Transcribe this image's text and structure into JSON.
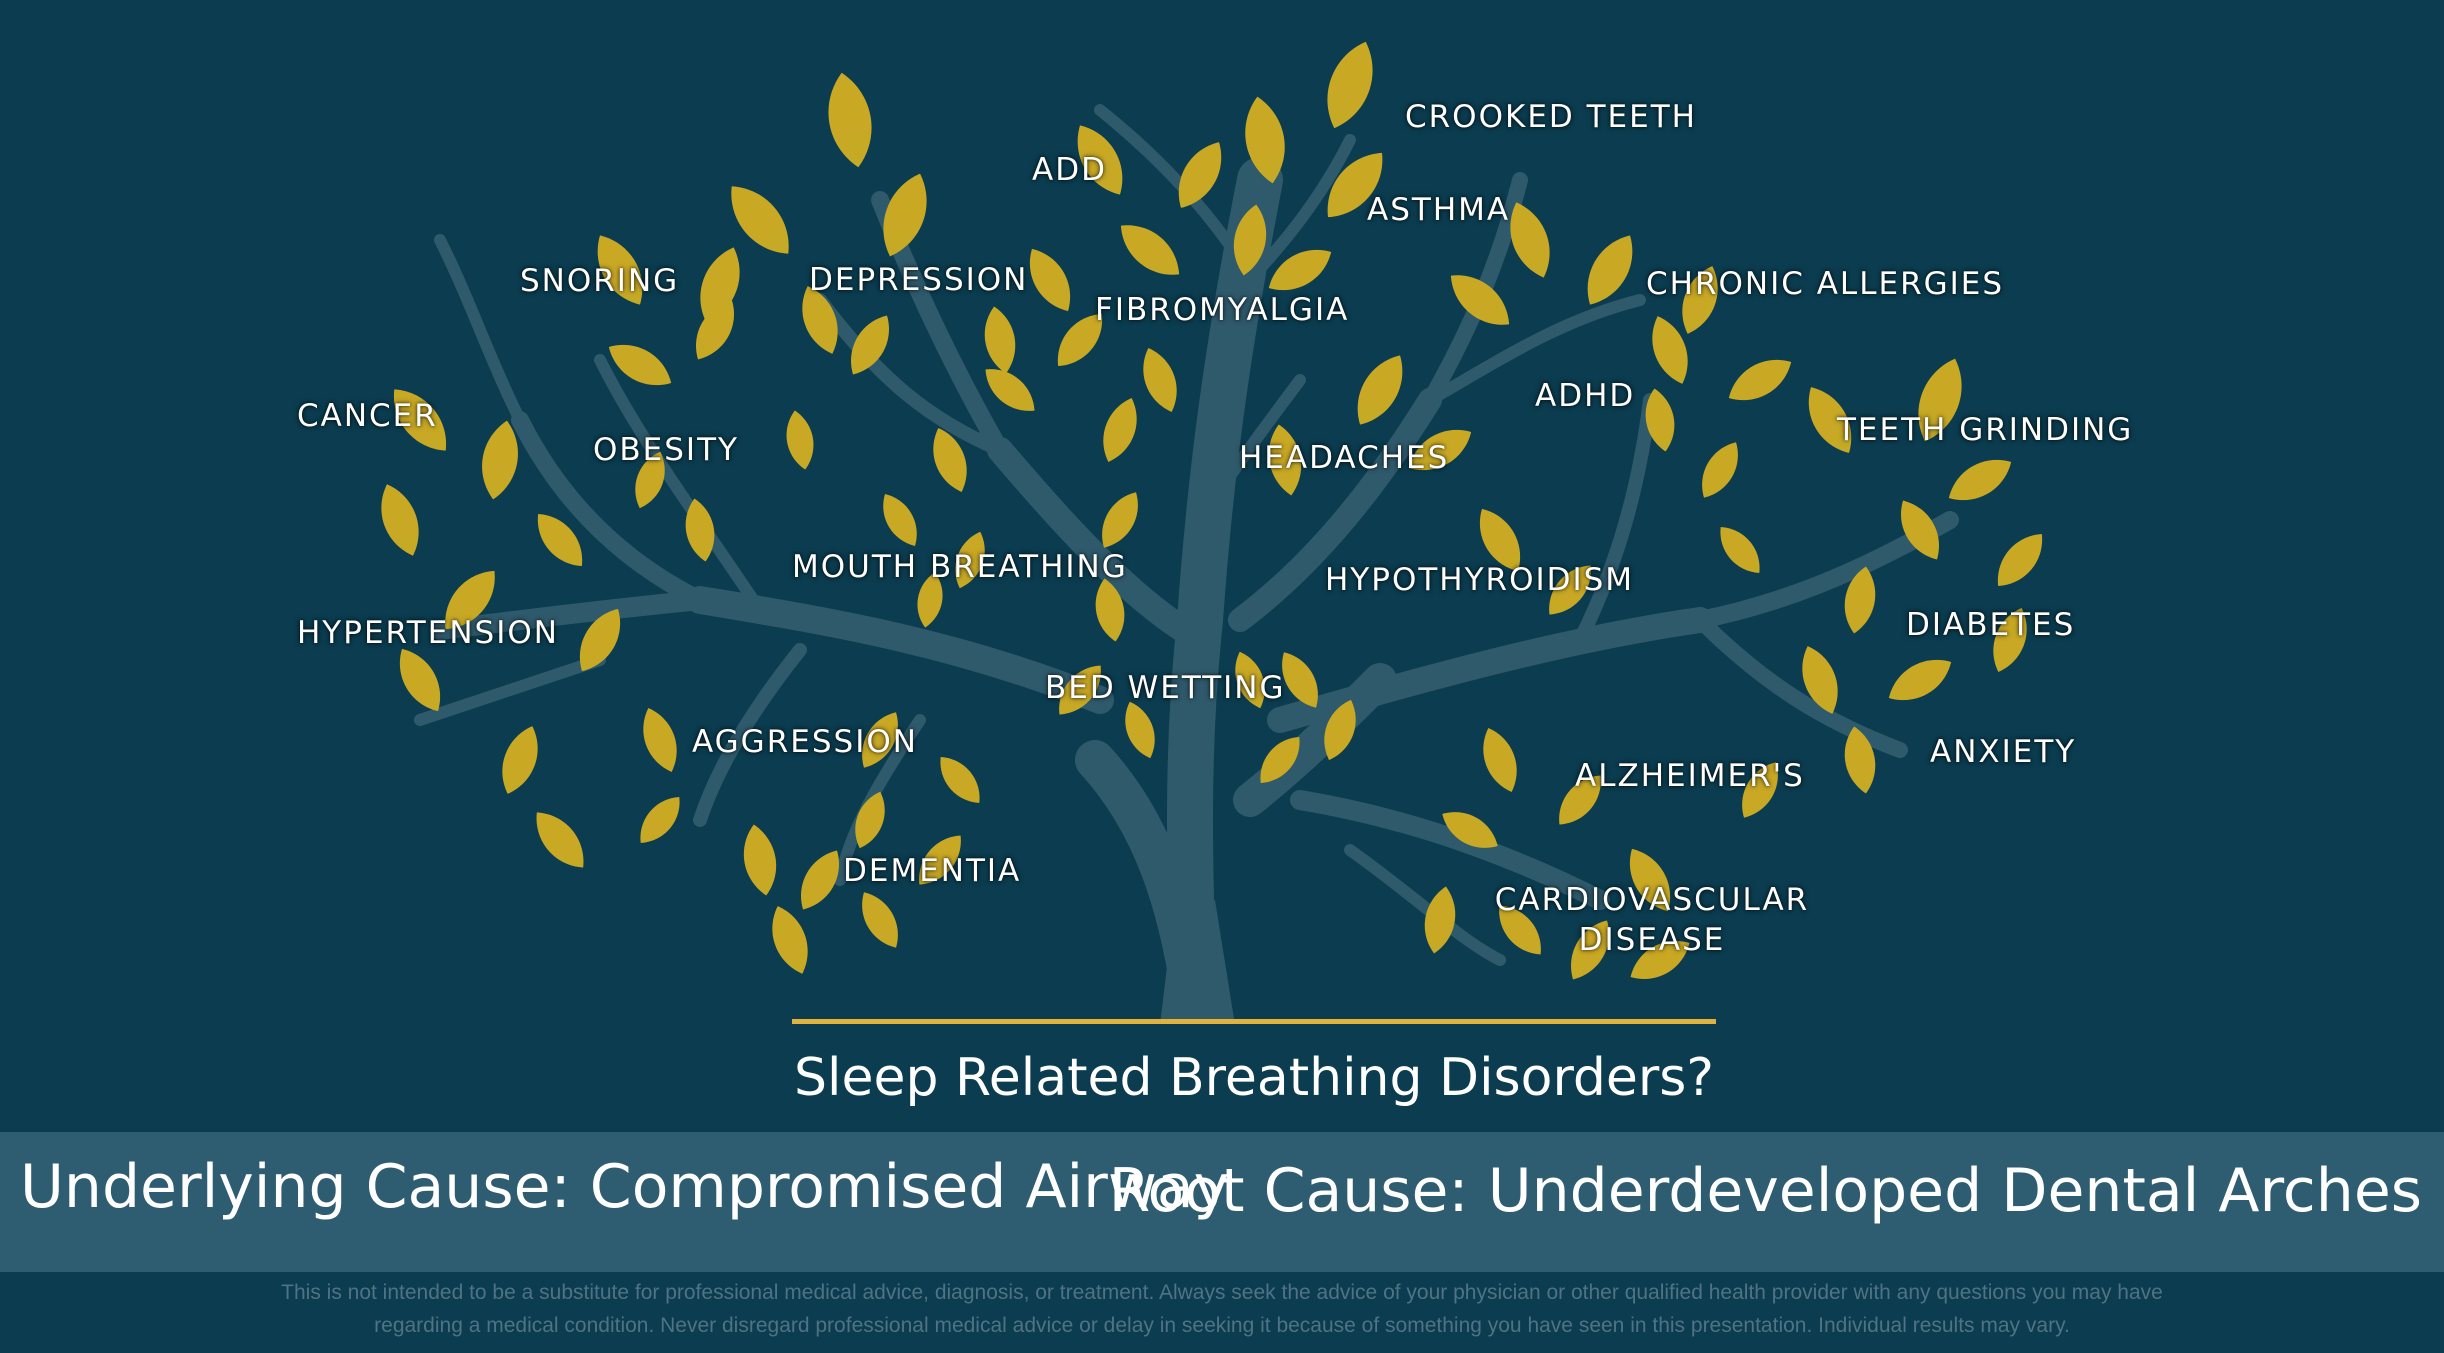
{
  "labels": {
    "crooked_teeth": "CROOKED TEETH",
    "add": "ADD",
    "asthma": "ASTHMA",
    "snoring": "SNORING",
    "depression": "DEPRESSION",
    "fibromyalgia": "FIBROMYALGIA",
    "chronic_allergies": "CHRONIC ALLERGIES",
    "cancer": "CANCER",
    "obesity": "OBESITY",
    "adhd": "ADHD",
    "teeth_grinding": "TEETH GRINDING",
    "headaches": "HEADACHES",
    "mouth_breathing": "MOUTH BREATHING",
    "hypothyroidism": "HYPOTHYROIDISM",
    "hypertension": "HYPERTENSION",
    "diabetes": "DIABETES",
    "bed_wetting": "BED WETTING",
    "aggression": "AGGRESSION",
    "alzheimers": "ALZHEIMER'S",
    "anxiety": "ANXIETY",
    "dementia": "DEMENTIA",
    "cardiovascular_line1": "CARDIOVASCULAR",
    "cardiovascular_line2": "DISEASE"
  },
  "question": "Sleep Related Breathing Disorders?",
  "causes": {
    "underlying": "Underlying Cause: Compromised Airway",
    "root": "Root Cause: Underdeveloped Dental Arches"
  },
  "disclaimer": {
    "line1": "This is not intended to be a substitute for professional medical advice, diagnosis, or treatment. Always seek the advice of your physician or other qualified health provider with any questions you may have",
    "line2": "regarding a medical condition. Never disregard professional medical advice or delay in seeking it because of something you have seen in this presentation. Individual results may vary."
  },
  "colors": {
    "background": "#0b3c4f",
    "trunk": "#2f5a6c",
    "leaf_top": "#c9a824",
    "leaf_mid": "#7bbd3b",
    "leaf_bottom": "#12ac9c",
    "accent_gold": "#e2b33c",
    "band": "#2e5c71"
  }
}
